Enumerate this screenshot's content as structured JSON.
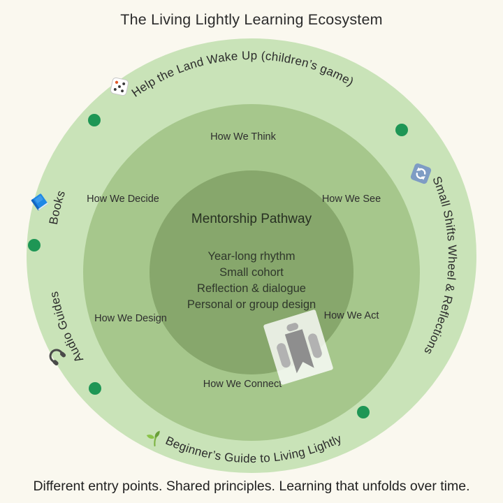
{
  "title": "The Living Lightly Learning Ecosystem",
  "caption": "Different entry points. Shared principles. Learning that unfolds over time.",
  "colors": {
    "background": "#FAF8EF",
    "outer_ring": "#C9E3B8",
    "middle_ring": "#A6C78C",
    "inner_circle": "#87A76C",
    "entry_dot": "#1E9655"
  },
  "outer_ring_labels": {
    "audio_guides": "Audio Guides",
    "books": "Books",
    "help_the_land": "Help the Land Wake Up (children’s game)",
    "small_shifts": "Small Shifts Wheel & Reflections",
    "beginners_guide": "Beginner’s Guide to Living Lightly"
  },
  "middle_ring_labels": {
    "top": "How We Think",
    "left": "How We Decide",
    "right": "How We See",
    "bottom_left": "How We Design",
    "bottom_right": "How We Act",
    "bottom": "How We Connect"
  },
  "center": {
    "heading": "Mentorship Pathway",
    "lines": [
      "Year-long rhythm",
      "Small cohort",
      "Reflection & dialogue",
      "Personal or group design"
    ]
  },
  "icons": {
    "dice-icon": "🎲",
    "book-icon": "📘",
    "refresh-arrows-icon": "🔄",
    "headphones-icon": "🎧",
    "seedling-icon": "🌱",
    "person-reading-icon": "reader on card"
  }
}
